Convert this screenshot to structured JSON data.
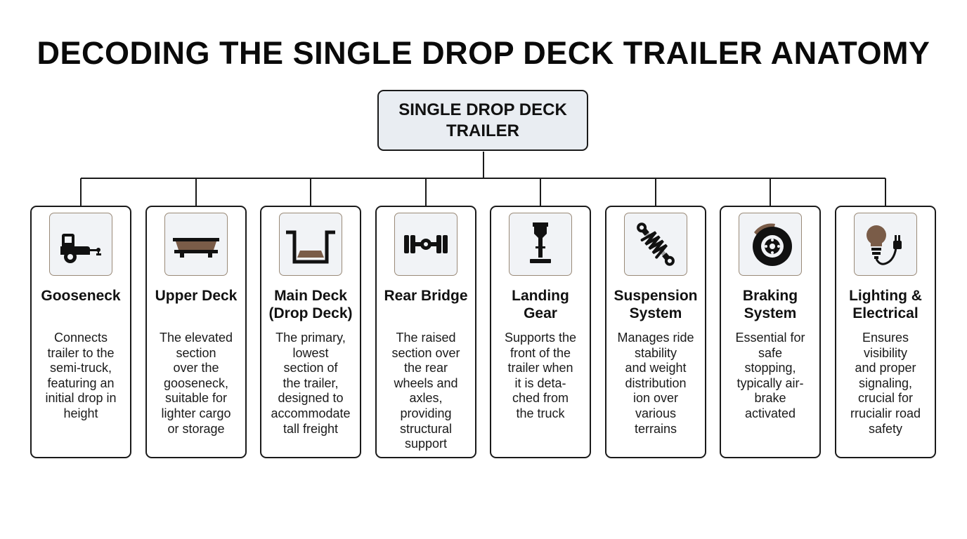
{
  "title": "DECODING THE SINGLE DROP DECK TRAILER ANATOMY",
  "root": {
    "label": "SINGLE DROP DECK\nTRAILER"
  },
  "colors": {
    "accent": "#7a5c48",
    "icon_bg": "#f1f3f6",
    "root_bg": "#e9edf2",
    "stroke": "#1a1a1a"
  },
  "components": [
    {
      "icon": "gooseneck-truck-icon",
      "title": "Gooseneck",
      "description": "Connects\ntrailer to the\nsemi-truck,\nfeaturing an\ninitial drop in\nheight"
    },
    {
      "icon": "upper-deck-icon",
      "title": "Upper Deck",
      "description": "The elevated\nsection\nover the\ngooseneck,\nsuitable for\nlighter cargo\nor storage"
    },
    {
      "icon": "main-deck-icon",
      "title": "Main Deck\n(Drop Deck)",
      "description": "The primary,\nlowest\nsection of\nthe trailer,\ndesigned to\naccommodate\ntall freight"
    },
    {
      "icon": "axle-icon",
      "title": "Rear Bridge",
      "description": "The raised\nsection over\nthe rear\nwheels and\naxles,\nproviding\nstructural\nsupport"
    },
    {
      "icon": "landing-gear-icon",
      "title": "Landing\nGear",
      "description": "Supports the\nfront of the\ntrailer when\nit is deta-\nched from\nthe truck"
    },
    {
      "icon": "coil-spring-icon",
      "title": "Suspension\nSystem",
      "description": "Manages ride\nstability\nand weight\ndistribution\nion over\nvarious\nterrains"
    },
    {
      "icon": "brake-disc-icon",
      "title": "Braking\nSystem",
      "description": "Essential for\nsafe\nstopping,\ntypically air-\nbrake\nactivated"
    },
    {
      "icon": "lightbulb-plug-icon",
      "title": "Lighting &\nElectrical",
      "description": "Ensures\nvisibility\nand proper\nsignaling,\ncrucial for\nrrucialir road\nsafety"
    }
  ]
}
